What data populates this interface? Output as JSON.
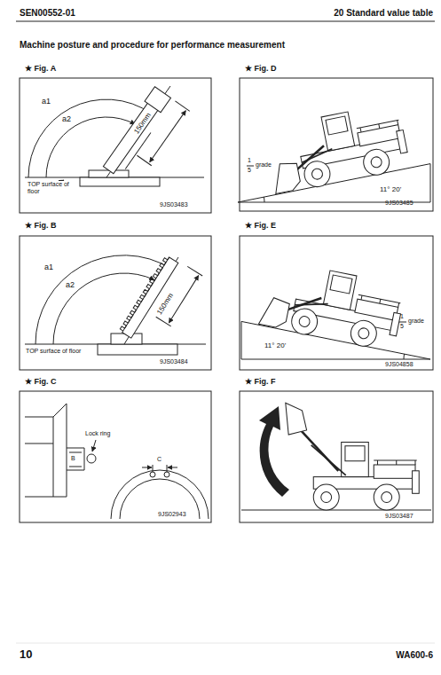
{
  "diagram": {
    "title": "Machine posture and procedure for performance measurement",
    "labels": [
      "SEN00552-01",
      "20 Standard value table",
      "★ Fig. A",
      "a1",
      "a2",
      "150mm",
      "TOP surface of floor",
      "9JS03483",
      "★ Fig. D",
      "1",
      "5",
      "grade",
      "11° 20'",
      "9JS03485",
      "★ Fig. B",
      "a1",
      "a2",
      "150mm",
      "TOP surface of floor",
      "9JS03484",
      "★ Fig. E",
      "11° 20'",
      "1",
      "5",
      "grade",
      "9JS04858",
      "★ Fig. C",
      "Lock ring",
      "B",
      "C",
      "9JS02943",
      "★ Fig. F",
      "9JS03487",
      "10",
      "WA600-6"
    ]
  }
}
